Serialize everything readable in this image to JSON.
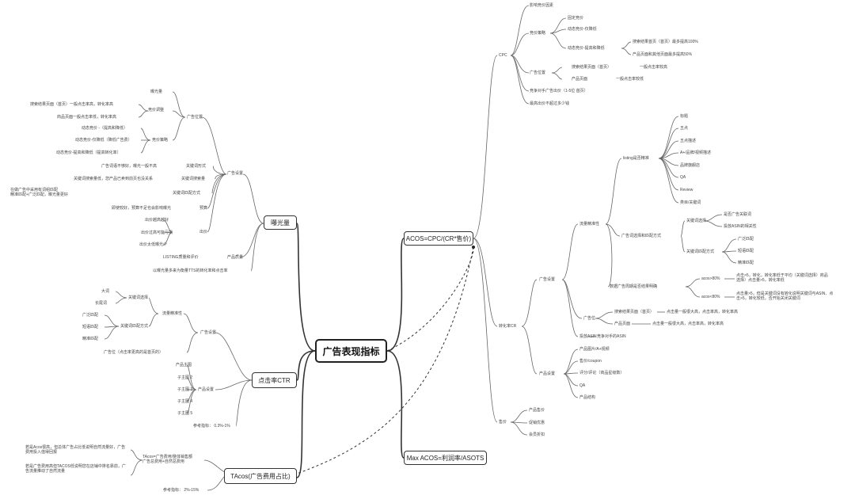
{
  "root": "广告表现指标",
  "b_ctr": {
    "label": "曝光量",
    "ad_pos": {
      "label": "广告位置",
      "t1": "搜索结果页面（首页）一般点击率高，转化率高",
      "t2": "商品页面一般点击率低，转化率高",
      "t3": "竞价策略",
      "b1": "动态竞价 -（提高和降低）",
      "b2": "动态竞价-仅降低（降低广告费）",
      "b3": "动态竞价-提高和降低（提高转化率）",
      "b4": "竞价调整",
      "top": "曝光量"
    },
    "ad_tech": "广告设置",
    "kw_mode": "关键词形式",
    "kw_mode_d": "广告词语不够好，曝光一般不高",
    "kw_vol": "关键词搜索量",
    "kw_vol_d": "关键词搜索量低，您产品已卖到前页也没关系",
    "kw_match": "关键词匹配方式",
    "kw_match_d1": "在做广告中采用有词组匹配",
    "kw_match_d2": "精准匹配+广泛匹配，曝光量更好",
    "bid": "预算",
    "bid_d": "即使较好，预算不足也会影响曝光",
    "cpc": "出价",
    "cpc_1": "出价越高越好",
    "cpc_2": "出价过高可能亏损",
    "cpc_3": "出价太低曝光少",
    "prod_q": "产品质量",
    "prod_q_d": "LISTING质量和评价",
    "prod_s": "以曝光量多来为衡量TTS的转化率和点击率"
  },
  "b_click": {
    "label": "点击率CTR",
    "g1": "流量精准性",
    "g1_a": "关键词选择",
    "g1_a1": "大词",
    "g1_a2": "长尾词",
    "g1_b": "关键词匹配方式",
    "g1_b1": "广泛匹配",
    "g1_b2": "短语匹配",
    "g1_b3": "精准匹配",
    "g2": "广告位（点击率更高的是首页的）",
    "ad_set": "广告设置",
    "prod": "产品设置",
    "p1": "产品主图",
    "p2": "子主图 2",
    "p3": "子主图 3",
    "p4": "子主图 4",
    "p5": "子主图 5",
    "ref": "参考指标：",
    "ref_v": "0.3%-1%"
  },
  "b_tacos": {
    "label": "TAcos(广告费用占比)",
    "f": "TAcos=广告费用/整体销售额",
    "f2": "广告总费用+自然总费用",
    "n1": "若是Acos很高，但总体广告占比低说明自然流量好，广告费用投入值得回报",
    "n2": "若是广告费用高但TACOS低说明您在店铺中排名靠前，广告流量推动了自然流量",
    "ref": "参考指标：",
    "ref_v": "2%-15%"
  },
  "b_acos": {
    "label": "ACOS=CPC/(CR*售价)",
    "cpc": {
      "label": "CPC",
      "c1": "影响竞价因素",
      "c2": "竞价策略",
      "c2a": "固定竞价",
      "c2b": "动态竞价-仅降低",
      "c2c": "动态竞价-提高和降低",
      "c2c1": "搜索结果首页（首页）最多提高100%",
      "c2c2": "产品页面和其他页面最多提高50%",
      "c3": "广告位置",
      "c3a": "搜索结果页面（首页）",
      "c3a_d": "一般点击率较高",
      "c3b": "产品页面",
      "c3b_d": "一般点击率较低",
      "c4": "竞争对手广告出价（1-5位 首页）",
      "c5": "最高出价不超过多少钱"
    },
    "cr": {
      "label": "转化率CR",
      "ad_set": "广告设置",
      "precise": "流量精准性",
      "listing": "listing是否精准",
      "l1": "标题",
      "l2": "五点",
      "l3": "五点描述",
      "l4": "A+/品牌/视频描述",
      "l5": "品牌旗舰店",
      "l6": "QA",
      "l7": "Review",
      "l8": "类目/关键词",
      "kw": "广告词选择和匹配方式",
      "kw_a": "关键词选择",
      "kw_a1": "是否广告关联词",
      "kw_a2": "投放ASIN的相关性",
      "kw_b": "关键词匹配方式",
      "kw_b1": "广泛匹配",
      "kw_b2": "短语匹配",
      "kw_b3": "精准匹配",
      "ad_data": "数据广告周期是否结果明确",
      "acos80": "acos>80%",
      "acos80_d": "点击>5，转化，转化率低于平均（关键词选择）商品选择）点击量>5，转化率低",
      "acos80b": "acos<80%",
      "acos80b_d": "点击量>5，但是关键词没有转化说明关键词与ASIN、点击>5，转化较低，否开始关闭关键词",
      "pos": "广告位",
      "pos1": "搜索结果页面（首页）",
      "pos1_d": "点击量一般很大高，点击率高，转化率高",
      "pos2": "产品页面",
      "pos2_d": "点击量一般很大高，点击率高，转化率高",
      "asin": "投放ASIN",
      "asin_d": "竞争对手的ASIN",
      "prod_set": "产品设置",
      "ps1": "产品图片/A+视频",
      "ps2": "售价/coupon",
      "ps3": "评分/评论（商品星级数）",
      "ps4": "QA",
      "ps5": "产品结构"
    },
    "price": {
      "label": "售价",
      "p1": "产品售价",
      "p2": "促销优惠",
      "p3": "会员折扣"
    }
  },
  "b_max": {
    "label": "Max ACOS=利润率/ASOTS"
  }
}
